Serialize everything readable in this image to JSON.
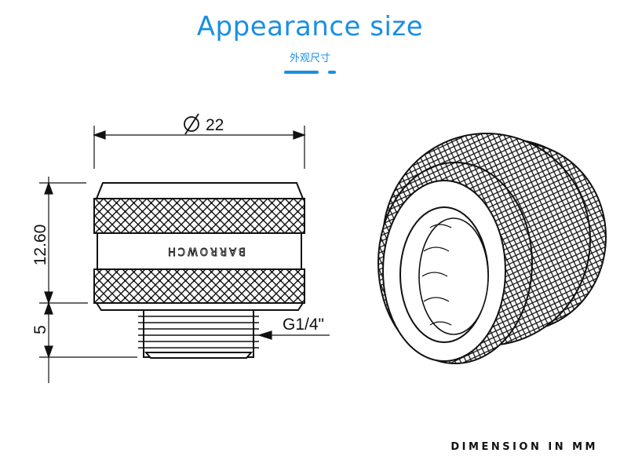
{
  "header": {
    "title": "Appearance size",
    "subtitle": "外观尺寸"
  },
  "dimensions": {
    "diameter": "22",
    "body_height": "12.60",
    "thread_height": "5",
    "thread_spec": "G1/4\""
  },
  "brand_text": "BARROWCH",
  "footer": {
    "note": "DIMENSION IN MM"
  },
  "colors": {
    "accent": "#1a8fe3",
    "line": "#111111"
  }
}
